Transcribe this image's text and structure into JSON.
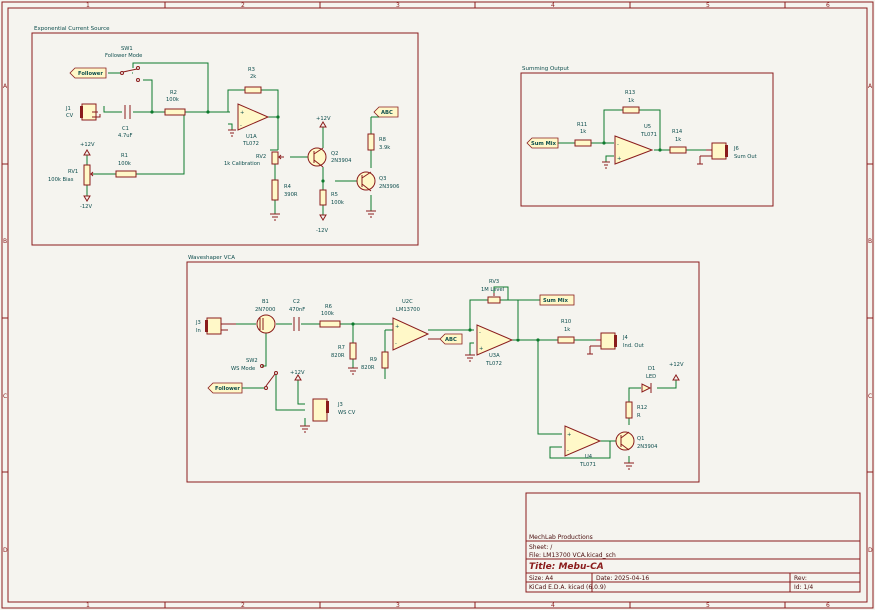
{
  "border": {
    "cols": [
      "1",
      "2",
      "3",
      "4",
      "5",
      "6"
    ],
    "rows": [
      "A",
      "B",
      "C",
      "D"
    ]
  },
  "sections": {
    "exp": "Exponential Current Source",
    "sum": "Summing Output",
    "ws": "Waveshaper VCA"
  },
  "exp_labels": {
    "sw1_ref": "SW1",
    "sw1_val": "Follower Mode",
    "follower": "Follower",
    "r3_ref": "R3",
    "r3_val": "2k",
    "r2_ref": "R2",
    "r2_val": "100k",
    "j1_ref": "J1",
    "j1_val": "CV",
    "c1_ref": "C1",
    "c1_val": "4.7uF",
    "u1a_ref": "U1A",
    "u1a_val": "TL072",
    "rv2_ref": "RV2",
    "rv2_val": "1k Calibration",
    "q2_ref": "Q2",
    "q2_val": "2N3904",
    "q3_ref": "Q3",
    "q3_val": "2N3906",
    "r8_ref": "R8",
    "r8_val": "3.9k",
    "abc": "ABC",
    "p12a": "+12V",
    "p12b": "+12V",
    "rv1_ref": "RV1",
    "rv1_val": "100k Bias",
    "m12a": "-12V",
    "m12b": "-12V",
    "r1_ref": "R1",
    "r1_val": "100k",
    "r4_ref": "R4",
    "r4_val": "390R",
    "r5_ref": "R5",
    "r5_val": "100k"
  },
  "sum_labels": {
    "r13_ref": "R13",
    "r13_val": "1k",
    "r11_ref": "R11",
    "r11_val": "1k",
    "u5_ref": "U5",
    "u5_val": "TL071",
    "r14_ref": "R14",
    "r14_val": "1k",
    "summix": "Sum Mix",
    "j6_ref": "J6",
    "j6_val": "Sum Out"
  },
  "ws_labels": {
    "rv3_ref": "RV3",
    "rv3_val": "1M Level",
    "summix": "Sum Mix",
    "b1_ref": "B1",
    "b1_val": "2N7000",
    "c2_ref": "C2",
    "c2_val": "470nF",
    "r6_ref": "R6",
    "r6_val": "100k",
    "u2c_ref": "U2C",
    "u2c_val": "LM13700",
    "j3_ref": "J3",
    "j3_val": "In",
    "r10_ref": "R10",
    "r10_val": "1k",
    "j4_ref": "J4",
    "j4_val": "Ind. Out",
    "u3a_ref": "U3A",
    "u3a_val": "TL072",
    "abc": "ABC",
    "r7_ref": "R7",
    "r7_val": "820R",
    "r9_ref": "R9",
    "r9_val": "820R",
    "sw2_ref": "SW2",
    "sw2_val": "WS Mode",
    "p12a": "+12V",
    "p12b": "+12V",
    "follower": "Follower",
    "j5_ref": "J3",
    "j5_val": "WS CV",
    "d1_ref": "D1",
    "d1_val": "LED",
    "r12_ref": "R12",
    "r12_val": "R",
    "q1_ref": "Q1",
    "q1_val": "2N3904",
    "u4_ref": "U4",
    "u4_val": "TL071"
  },
  "title_block": {
    "company": "MechLab Productions",
    "sheet": "Sheet: /",
    "file": "File: LM13700 VCA.kicad_sch",
    "title": "Title: Mebu-CA",
    "size": "Size: A4",
    "date": "Date: 2025-04-16",
    "rev": "Rev:",
    "tool": "KiCad E.D.A.  kicad (6.0.9)",
    "id": "Id: 1/4"
  }
}
